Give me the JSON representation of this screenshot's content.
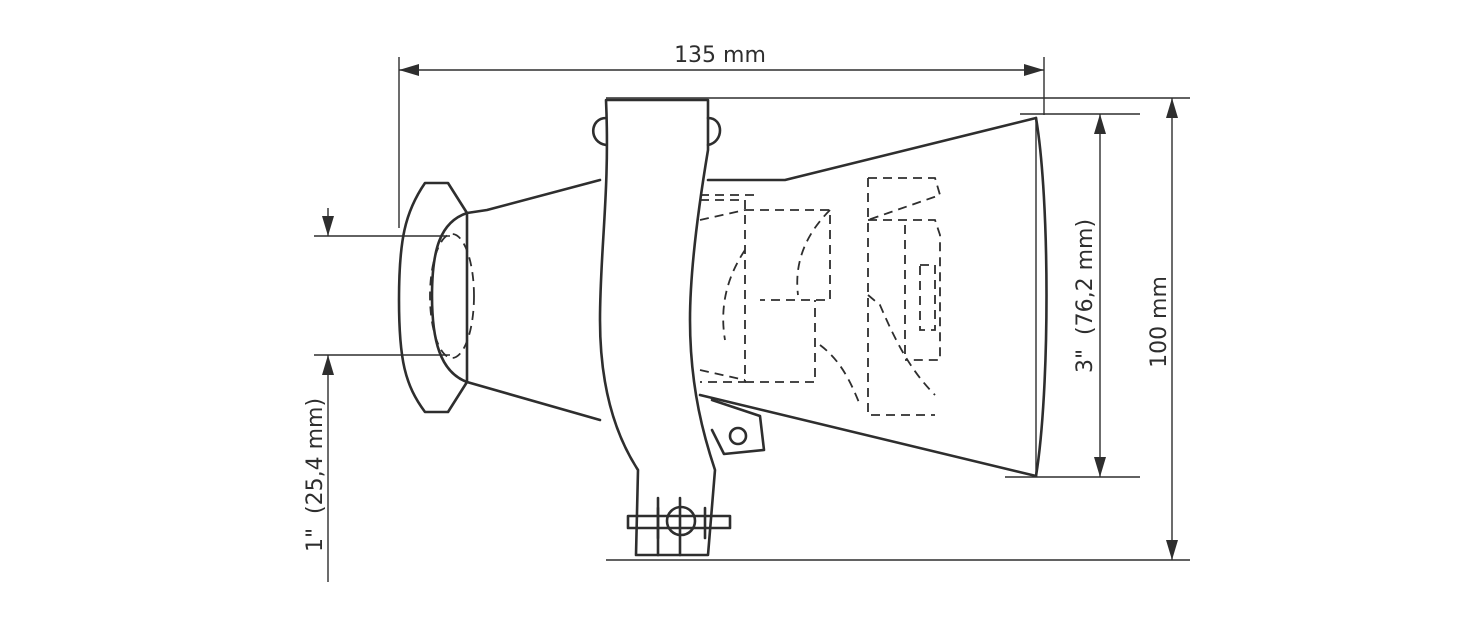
{
  "dimensions": {
    "overall_length": "135 mm",
    "overall_height": "100 mm",
    "bell_diameter": "3\"  (76,2 mm)",
    "inlet_diameter": "1\"  (25,4 mm)"
  },
  "colors": {
    "ink": "#2e2e2e",
    "background": "#ffffff"
  }
}
